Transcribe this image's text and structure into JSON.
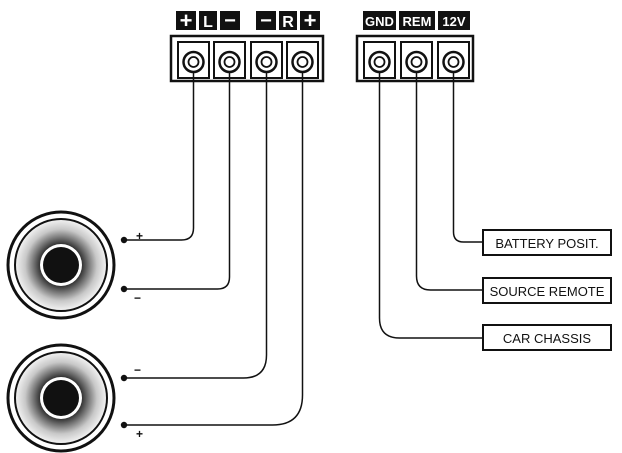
{
  "speaker_terminals": {
    "left_plus": "+",
    "left_letter": "L",
    "left_minus": "−",
    "right_minus": "−",
    "right_letter": "R",
    "right_plus": "+"
  },
  "power_terminals": {
    "gnd": "GND",
    "rem": "REM",
    "v12": "12V"
  },
  "connection_labels": {
    "battery": "BATTERY POSIT.",
    "remote": "SOURCE REMOTE",
    "chassis": "CAR CHASSIS"
  },
  "speaker_polarity": {
    "speaker1_top": "+",
    "speaker1_bottom": "−",
    "speaker2_top": "−",
    "speaker2_bottom": "+"
  },
  "colors": {
    "ink": "#111111",
    "paper": "#ffffff"
  }
}
